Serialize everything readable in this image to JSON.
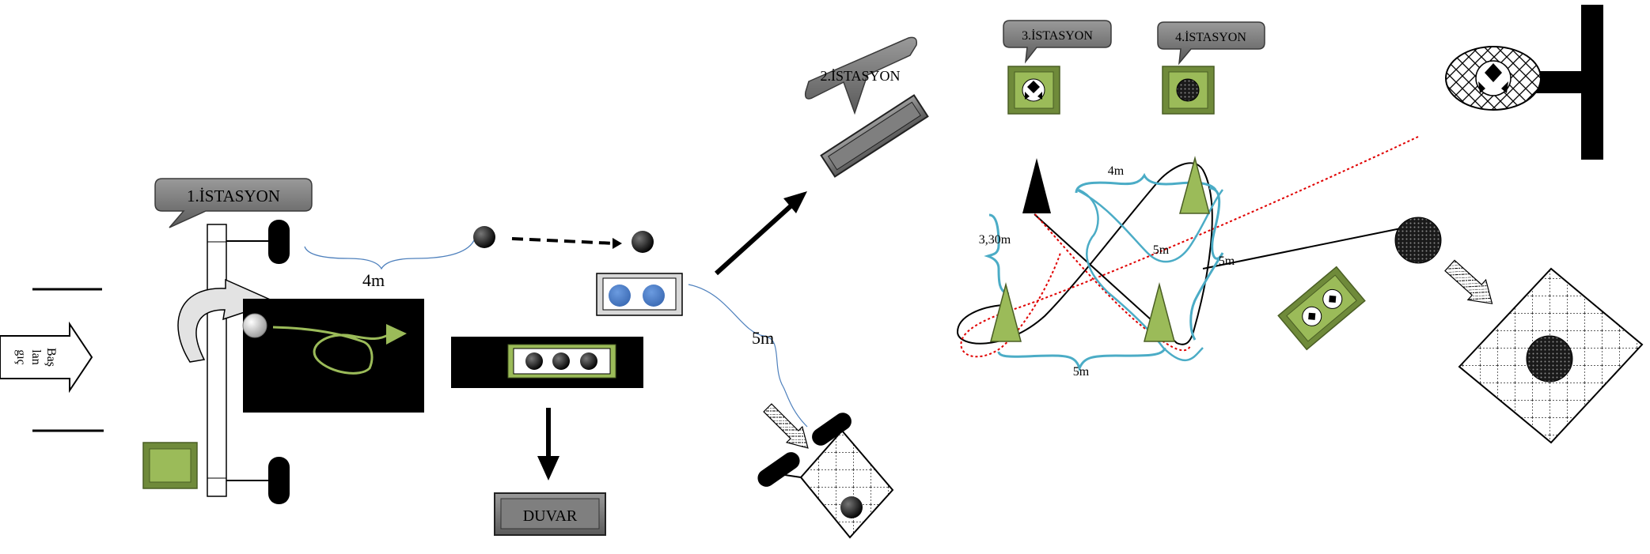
{
  "stations": {
    "s1": "1.İSTASYON",
    "s2": "2.İSTASYON",
    "s3": "3.İSTASYON",
    "s4": "4.İSTASYON"
  },
  "start": {
    "line1": "Baş",
    "line2": "lan",
    "line3": "gıç"
  },
  "wall_label": "DUVAR",
  "distances": {
    "d1": "4m",
    "d2": "5m",
    "d3": "4m",
    "d4": "3,30m",
    "d5": "5m",
    "d6": "5m",
    "d7": "5m"
  },
  "colors": {
    "green": "#9bbb59",
    "green_dark": "#6f8a3a",
    "blue": "#4f81bd",
    "cyan": "#4bacc6",
    "red": "#e00000",
    "gray": "#7f7f7f"
  }
}
